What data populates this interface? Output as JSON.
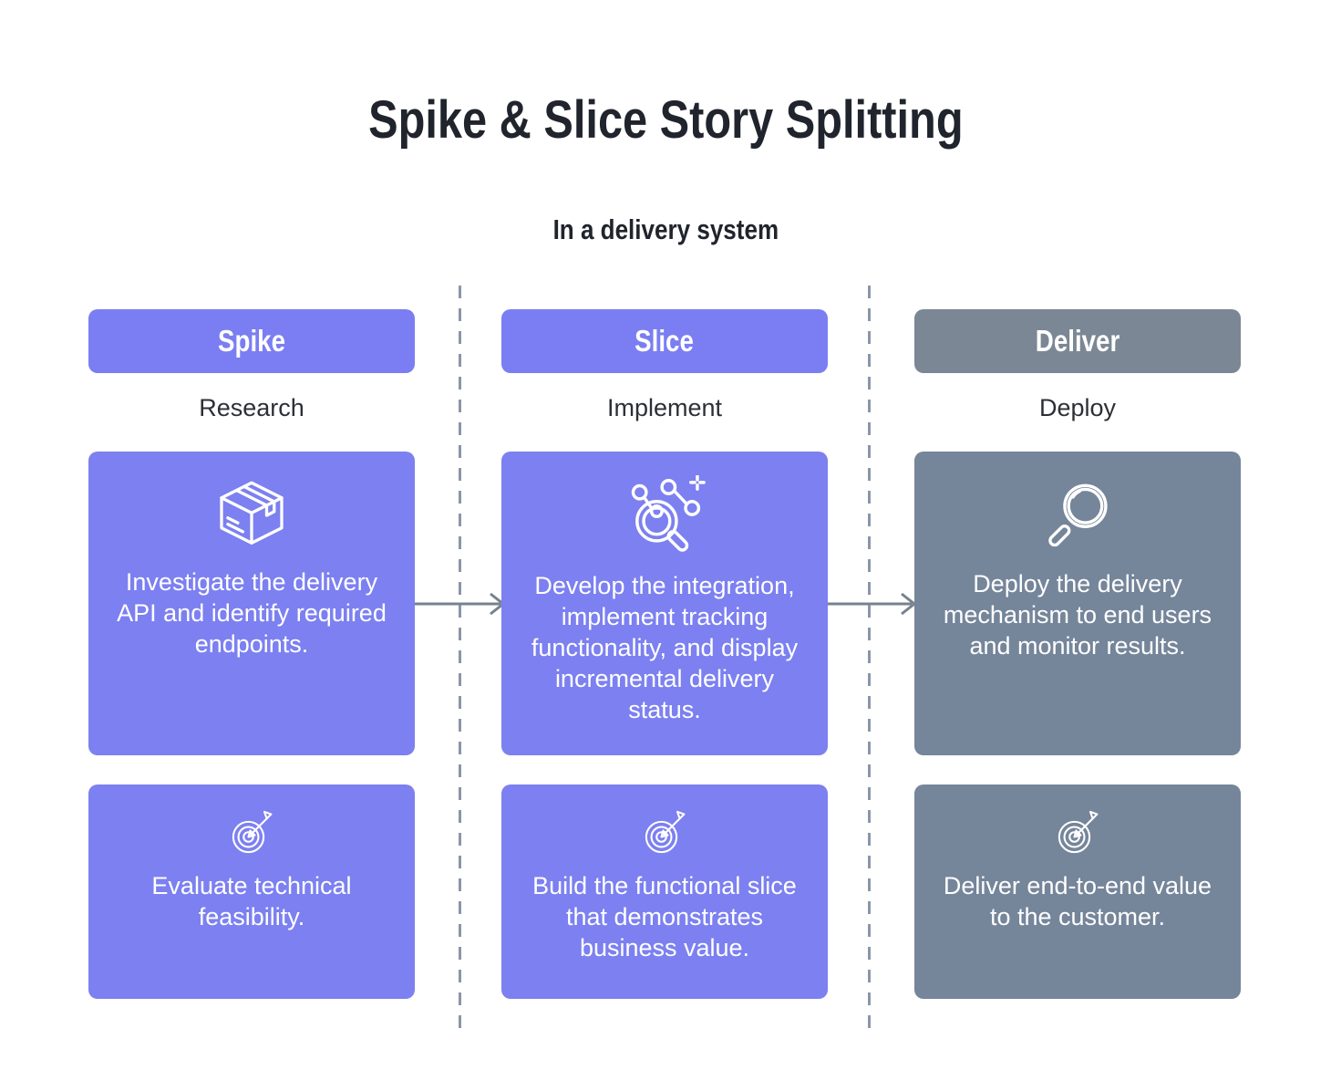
{
  "title": "Spike & Slice Story Splitting",
  "subtitle": "In a delivery system",
  "colors": {
    "accent_purple_pill": "#7b7ef2",
    "accent_purple_card": "#7c80f0",
    "accent_gray_pill": "#7b8795",
    "accent_gray_card": "#75859a",
    "connector_arrow": "#76828e",
    "divider_dash": "#8a96a8",
    "title_text": "#20242c",
    "stage_text": "#2d2f36",
    "card_text": "#ffffff",
    "background": "#ffffff"
  },
  "columns": [
    {
      "header": "Spike",
      "stage": "Research",
      "theme": "purple",
      "top_icon": "package-icon",
      "card_top": "Investigate the delivery API and identify required endpoints.",
      "bottom_icon": "target-icon",
      "card_bottom": "Evaluate technical feasibility."
    },
    {
      "header": "Slice",
      "stage": "Implement",
      "theme": "purple",
      "top_icon": "network-magnifier-icon",
      "card_top": "Develop the integration, implement tracking functionality, and display incremental delivery status.",
      "bottom_icon": "target-icon",
      "card_bottom": "Build the functional slice that demonstrates business value."
    },
    {
      "header": "Deliver",
      "stage": "Deploy",
      "theme": "gray",
      "top_icon": "magnifier-icon",
      "card_top": "Deploy the delivery mechanism to end users and monitor results.",
      "bottom_icon": "target-icon",
      "card_bottom": "Deliver end-to-end value to the customer."
    }
  ]
}
